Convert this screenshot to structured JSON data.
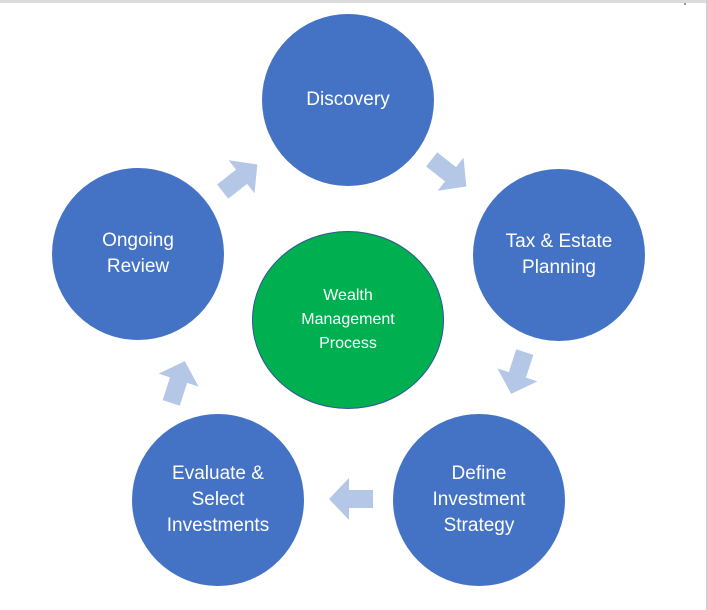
{
  "diagram": {
    "center": {
      "label": "Wealth\nManagement\nProcess",
      "color": "#00b050"
    },
    "steps": [
      {
        "label": "Discovery"
      },
      {
        "label": "Tax & Estate\nPlanning"
      },
      {
        "label": "Define\nInvestment\nStrategy"
      },
      {
        "label": "Evaluate &\nSelect\nInvestments"
      },
      {
        "label": "Ongoing\nReview"
      }
    ],
    "node_color": "#4472c4",
    "arrow_color": "#b4c7e7",
    "flow": "clockwise"
  }
}
